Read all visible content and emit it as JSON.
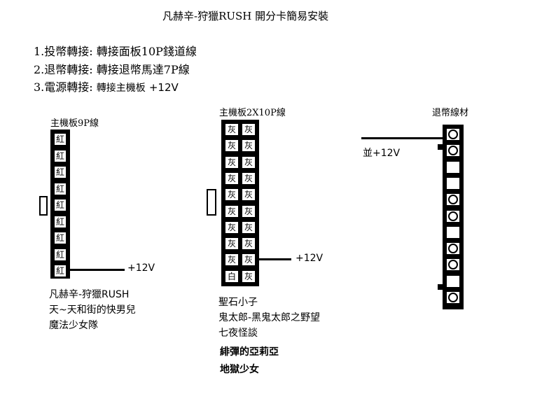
{
  "title": "凡赫辛-狩獵RUSH 開分卡簡易安裝",
  "steps": [
    {
      "head": "1.投幣轉接:",
      "body": "轉接面板10P錢道線"
    },
    {
      "head": "2.退幣轉接:",
      "body": "轉接退幣馬達7P線"
    },
    {
      "head": "3.電源轉接:",
      "body": "轉接主機板",
      "extra": "+12V"
    }
  ],
  "connector1": {
    "label": "主機板9P線",
    "pins": [
      "紅",
      "紅",
      "紅",
      "紅",
      "紅",
      "紅",
      "紅",
      "紅",
      "紅"
    ],
    "wire_label": "+12V",
    "games": [
      "凡赫辛-狩獵RUSH",
      "天~天和街的快男兒",
      "魔法少女隊"
    ]
  },
  "connector2": {
    "label": "主機板2X10P線",
    "rows": [
      [
        "灰",
        "灰"
      ],
      [
        "灰",
        "灰"
      ],
      [
        "灰",
        "灰"
      ],
      [
        "灰",
        "灰"
      ],
      [
        "灰",
        "灰"
      ],
      [
        "灰",
        "灰"
      ],
      [
        "灰",
        "灰"
      ],
      [
        "灰",
        "灰"
      ],
      [
        "灰",
        "灰"
      ],
      [
        "白",
        "灰"
      ]
    ],
    "wire_label": "+12V",
    "games": [
      "聖石小子",
      "鬼太郎-黑鬼太郎之野望",
      "七夜怪談"
    ],
    "games_bold": [
      "緋彈的亞莉亞",
      "地獄少女"
    ]
  },
  "connector3": {
    "label": "退幣線材",
    "wire_label": "並+12V"
  }
}
